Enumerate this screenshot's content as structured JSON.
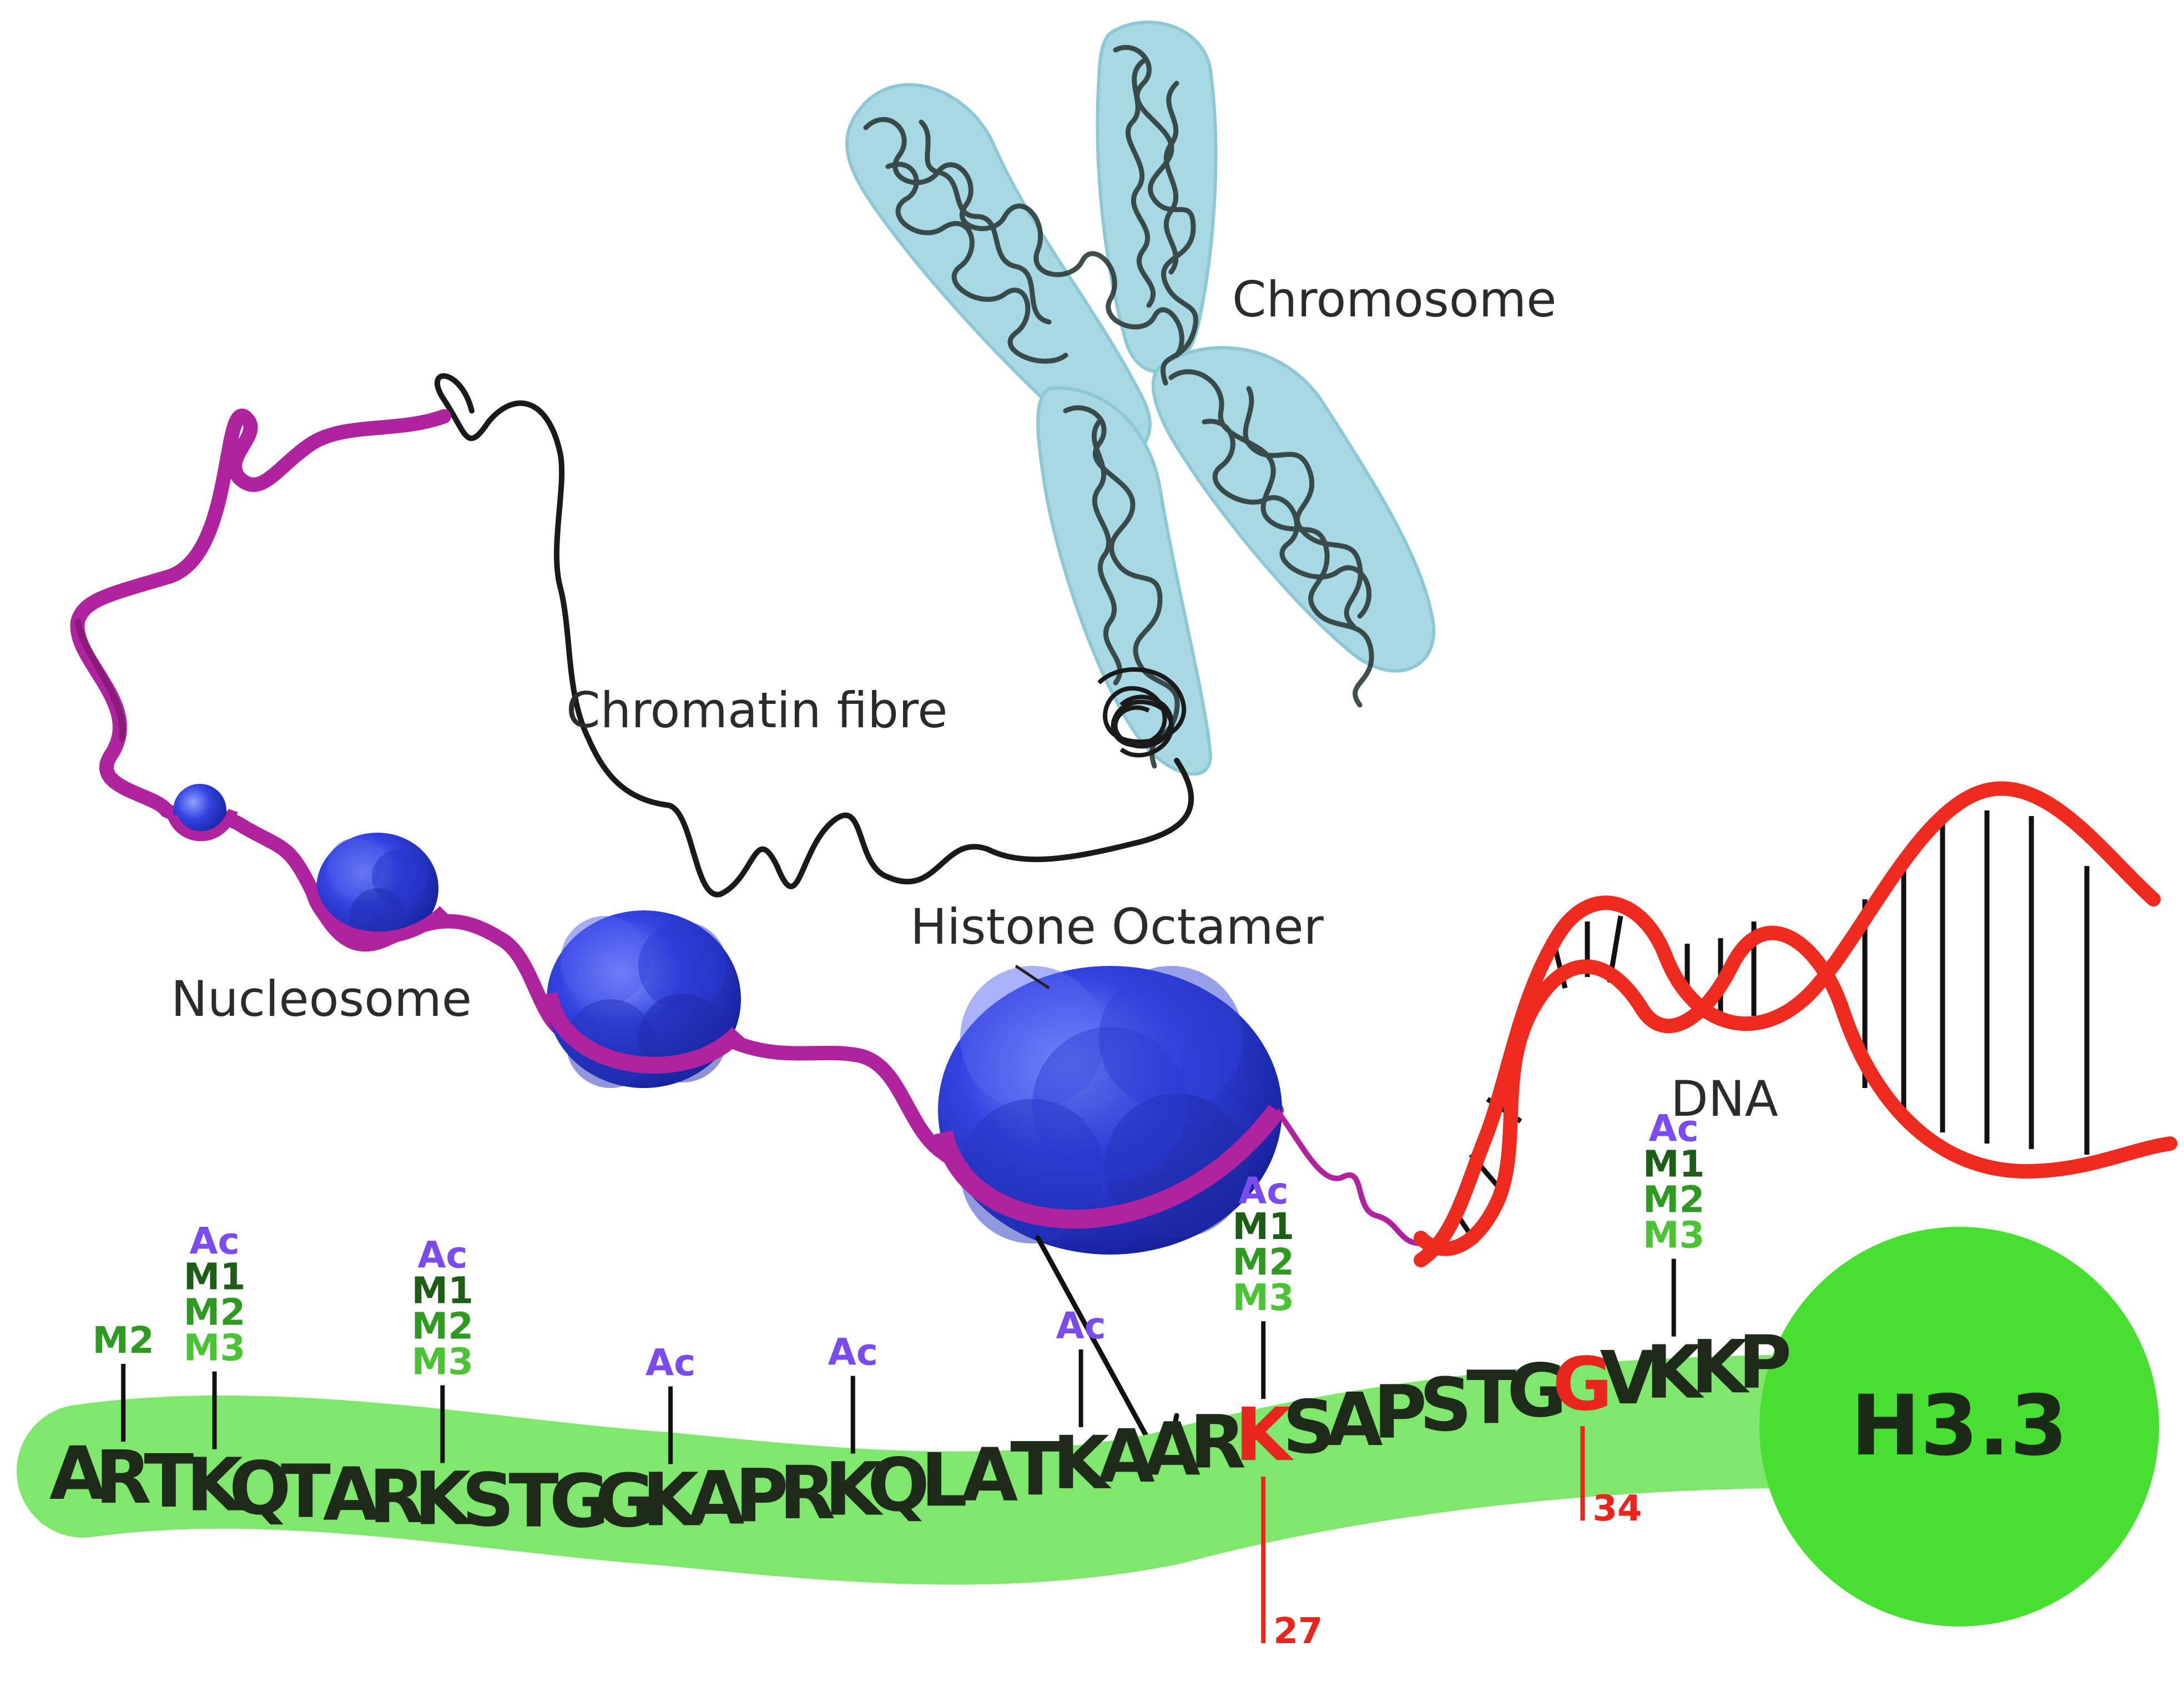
{
  "labels": {
    "chromosome": "Chromosome",
    "chromatin_fibre": "Chromatin fibre",
    "histone_octamer": "Histone Octamer",
    "nucleosome": "Nucleosome",
    "dna": "DNA",
    "histone_variant": "H3.3"
  },
  "sequence": [
    "A",
    "R",
    "T",
    "K",
    "Q",
    "T",
    "A",
    "R",
    "K",
    "S",
    "T",
    "G",
    "G",
    "K",
    "A",
    "P",
    "R",
    "K",
    "Q",
    "L",
    "A",
    "T",
    "K",
    "A",
    "A",
    "R",
    "K",
    "S",
    "A",
    "P",
    "S",
    "T",
    "G",
    "G",
    "V",
    "K",
    "K",
    "P"
  ],
  "highlighted_residues": [
    27,
    34
  ],
  "modifications": [
    {
      "residue": 2,
      "marks": [
        "M2"
      ]
    },
    {
      "residue": 4,
      "marks": [
        "Ac",
        "M1",
        "M2",
        "M3"
      ]
    },
    {
      "residue": 9,
      "marks": [
        "Ac",
        "M1",
        "M2",
        "M3"
      ]
    },
    {
      "residue": 14,
      "marks": [
        "Ac"
      ]
    },
    {
      "residue": 18,
      "marks": [
        "Ac"
      ]
    },
    {
      "residue": 23,
      "marks": [
        "Ac"
      ]
    },
    {
      "residue": 27,
      "marks": [
        "Ac",
        "M1",
        "M2",
        "M3"
      ]
    },
    {
      "residue": 36,
      "marks": [
        "Ac",
        "M1",
        "M2",
        "M3"
      ]
    }
  ],
  "position_labels": [
    {
      "residue": 27,
      "text": "27"
    },
    {
      "residue": 34,
      "text": "34"
    }
  ],
  "colors": {
    "tail": "#7fe86c",
    "h33_circle": "#46df32",
    "residue": "#1e2a1a",
    "highlight": "#e8261c",
    "Ac": "#7a4cf0",
    "M1": "#1d5e17",
    "M2": "#2f9a22",
    "M3": "#4cc335",
    "dna": "#ee2b1e",
    "nucleosome_dna": "#b0239e",
    "octamer": "#2a3bd6",
    "chromosome_halo": "#a8d8e2",
    "chromosome_fibre": "#2d3b3b"
  }
}
